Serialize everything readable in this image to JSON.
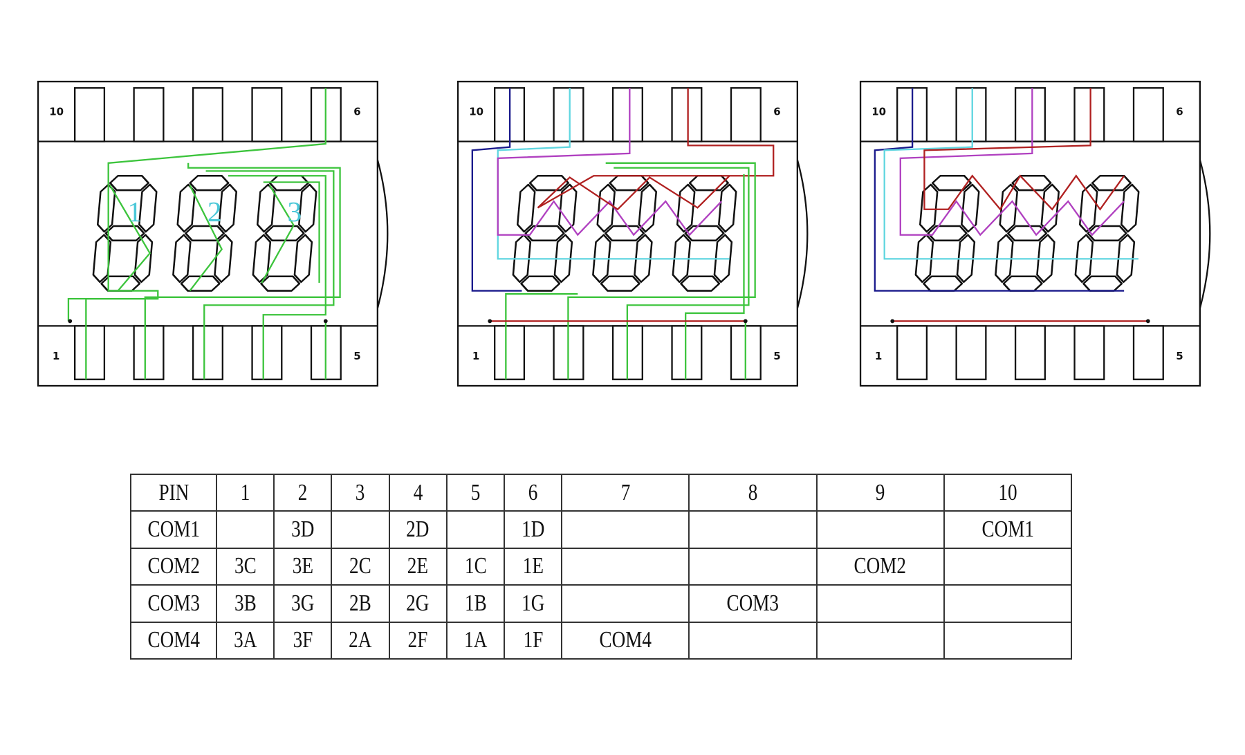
{
  "diagrams": [
    {
      "pin_labels": {
        "top_left": "10",
        "top_right": "6",
        "bottom_left": "1",
        "bottom_right": "5"
      },
      "digit_labels": [
        "1",
        "2",
        "3"
      ],
      "wire_colors": [
        "#3cc43c"
      ]
    },
    {
      "pin_labels": {
        "top_left": "10",
        "top_right": "6",
        "bottom_left": "1",
        "bottom_right": "5"
      },
      "wire_colors": [
        "#1a1a8c",
        "#5fd6e0",
        "#b040c0",
        "#b02020",
        "#3cc43c"
      ]
    },
    {
      "pin_labels": {
        "top_left": "10",
        "top_right": "6",
        "bottom_left": "1",
        "bottom_right": "5"
      },
      "wire_colors": [
        "#1a1a8c",
        "#5fd6e0",
        "#b040c0",
        "#b02020"
      ]
    }
  ],
  "pin_table": {
    "header": [
      "PIN",
      "1",
      "2",
      "3",
      "4",
      "5",
      "6",
      "7",
      "8",
      "9",
      "10"
    ],
    "rows": [
      [
        "COM1",
        "",
        "3D",
        "",
        "2D",
        "",
        "1D",
        "",
        "",
        "",
        "COM1"
      ],
      [
        "COM2",
        "3C",
        "3E",
        "2C",
        "2E",
        "1C",
        "1E",
        "",
        "",
        "COM2",
        ""
      ],
      [
        "COM3",
        "3B",
        "3G",
        "2B",
        "2G",
        "1B",
        "1G",
        "",
        "COM3",
        "",
        ""
      ],
      [
        "COM4",
        "3A",
        "3F",
        "2A",
        "2F",
        "1A",
        "1F",
        "COM4",
        "",
        "",
        ""
      ]
    ]
  }
}
